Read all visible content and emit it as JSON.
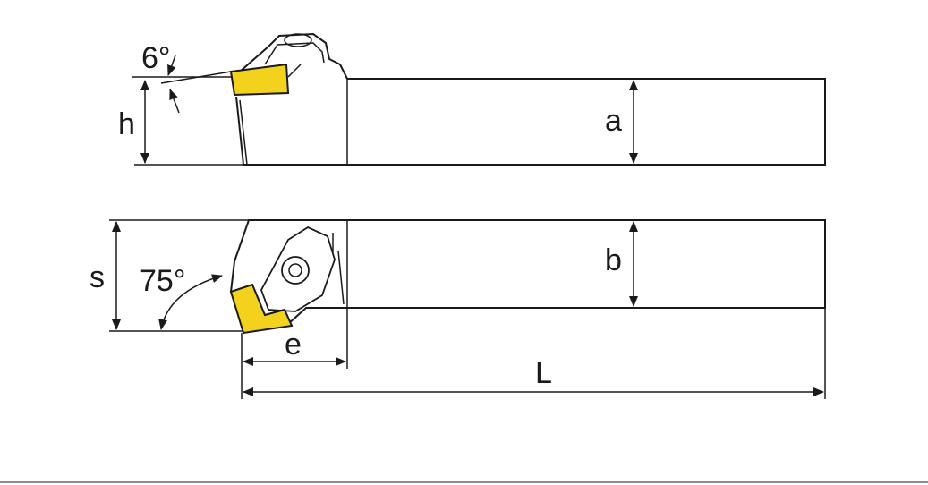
{
  "diagram": {
    "labels": {
      "angle_top": "6°",
      "h": "h",
      "a": "a",
      "b": "b",
      "s": "s",
      "angle_bottom": "75°",
      "e": "e",
      "L": "L"
    },
    "colors": {
      "line": "#1a1a1a",
      "insert": "#f2d21c",
      "background": "#ffffff",
      "bottom_rule": "#8a8a8a"
    }
  }
}
